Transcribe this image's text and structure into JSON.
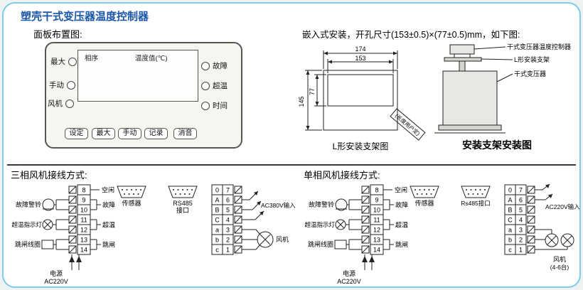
{
  "colors": {
    "frame_border": "#7ccbe8",
    "title_text": "#1a56a8",
    "diagram_ink": "#222222"
  },
  "page": {
    "title": "塑壳干式变压器温度控制器",
    "panel_caption": "面板布置图:",
    "install_note": "嵌入式安装，开孔尺寸(153±0.5)×(77±0.5)mm，如下图:"
  },
  "panel": {
    "display": {
      "phase_label": "相序",
      "temp_label": "温度值(℃)"
    },
    "left_indicators": [
      "最大",
      "手动",
      "风机"
    ],
    "right_indicators": [
      "故障",
      "超温",
      "时间"
    ],
    "buttons": [
      "设定",
      "最大",
      "手动",
      "记录",
      "消音"
    ]
  },
  "bracket": {
    "dim_outer_width": "174",
    "dim_inner_width": "153",
    "dim_outer_height": "145",
    "dim_inner_height": "77",
    "strip_note": "(长度用户定)",
    "caption": "L形安装支架图"
  },
  "install": {
    "label_controller": "干式变压器温度控制器",
    "label_bracket": "L形安装支架",
    "label_transformer": "干式变压器",
    "caption": "安装支架安装图"
  },
  "wiring3": {
    "heading": "三相风机接线方式:",
    "left_numbers": [
      "8",
      "9",
      "10",
      "11",
      "12",
      "13",
      "14"
    ],
    "idle_label": "空闲",
    "pair_labels": [
      "故障",
      "超温",
      "跳闸"
    ],
    "device_labels": [
      "故障警铃",
      "超温指示灯",
      "跳闸线圈"
    ],
    "power_line1": "电源",
    "power_line2": "AC220V",
    "sensor_label": "传感器",
    "rs485_line1": "RS485",
    "rs485_line2": "接口",
    "letters": [
      "0",
      "A",
      "B",
      "C",
      "a",
      "b",
      "c"
    ],
    "right_numbers": [
      "7",
      "6",
      "5",
      "4",
      "3",
      "2",
      "1"
    ],
    "input_label": "AC380V输入",
    "fan_label": "风机"
  },
  "wiring1": {
    "heading": "单相风机接线方式:",
    "left_numbers": [
      "8",
      "9",
      "10",
      "11",
      "12",
      "13",
      "14"
    ],
    "idle_label": "空闲",
    "pair_labels": [
      "故障",
      "超温",
      "跳闸"
    ],
    "device_labels": [
      "故障警铃",
      "超温指示灯",
      "跳闸线圈"
    ],
    "power_line1": "电源",
    "power_line2": "AC220V",
    "sensor_label": "传感器",
    "rs485_label": "Rs485接口",
    "letters": [
      "0",
      "A",
      "B",
      "C",
      "a",
      "b",
      "c"
    ],
    "right_numbers": [
      "7",
      "6",
      "5",
      "4",
      "3",
      "2",
      "1"
    ],
    "input_label": "AC220V输入",
    "fan_label_line1": "风机",
    "fan_label_line2": "(4-6台)"
  }
}
